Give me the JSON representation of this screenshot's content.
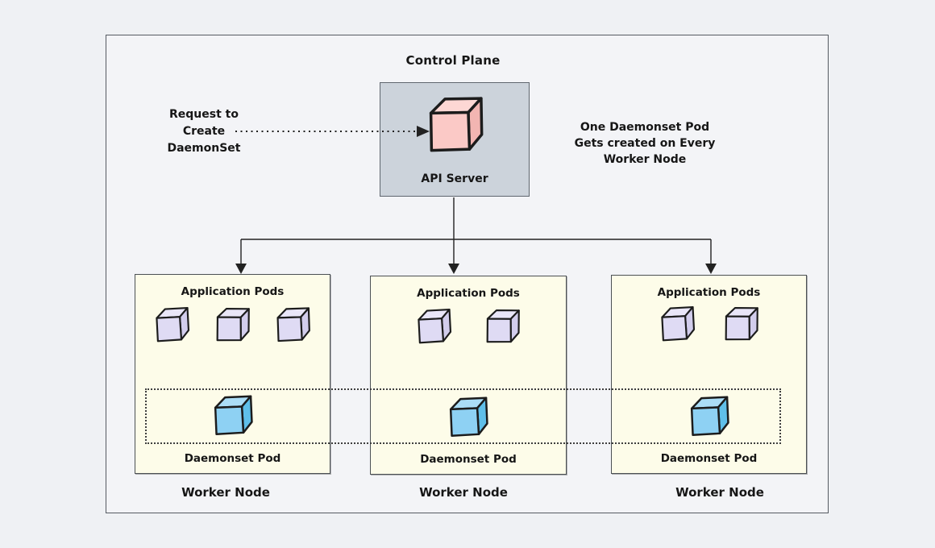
{
  "control_plane": {
    "title": "Control Plane",
    "api_server_label": "API Server"
  },
  "request_note": {
    "lines": [
      "Request to",
      "Create",
      "DaemonSet"
    ]
  },
  "side_note": {
    "lines": [
      "One Daemonset Pod",
      "Gets created on Every",
      "Worker Node"
    ]
  },
  "worker_nodes": [
    {
      "pods_title": "Application Pods",
      "app_pod_count": 3,
      "daemonset_label": "Daemonset Pod",
      "node_label": "Worker Node"
    },
    {
      "pods_title": "Application Pods",
      "app_pod_count": 2,
      "daemonset_label": "Daemonset Pod",
      "node_label": "Worker Node"
    },
    {
      "pods_title": "Application Pods",
      "app_pod_count": 2,
      "daemonset_label": "Daemonset Pod",
      "node_label": "Worker Node"
    }
  ],
  "colors": {
    "page_bg": "#eff1f4",
    "frame_bg": "#f3f4f7",
    "frame_border": "#565b62",
    "control_plane_bg": "#ccd3db",
    "control_plane_border": "#5f666e",
    "worker_bg": "#fdfce9",
    "worker_border": "#4b5054",
    "line_color": "#222222",
    "pink_front": "#fbc9c6",
    "pink_top": "#fdd7d4",
    "pink_side": "#f2b5b2",
    "lavender_front": "#dfdbf4",
    "lavender_top": "#e9e6f8",
    "lavender_side": "#d2cdec",
    "blue_front": "#8ed1f3",
    "blue_top": "#abddf6",
    "blue_side": "#5fbfe9"
  }
}
